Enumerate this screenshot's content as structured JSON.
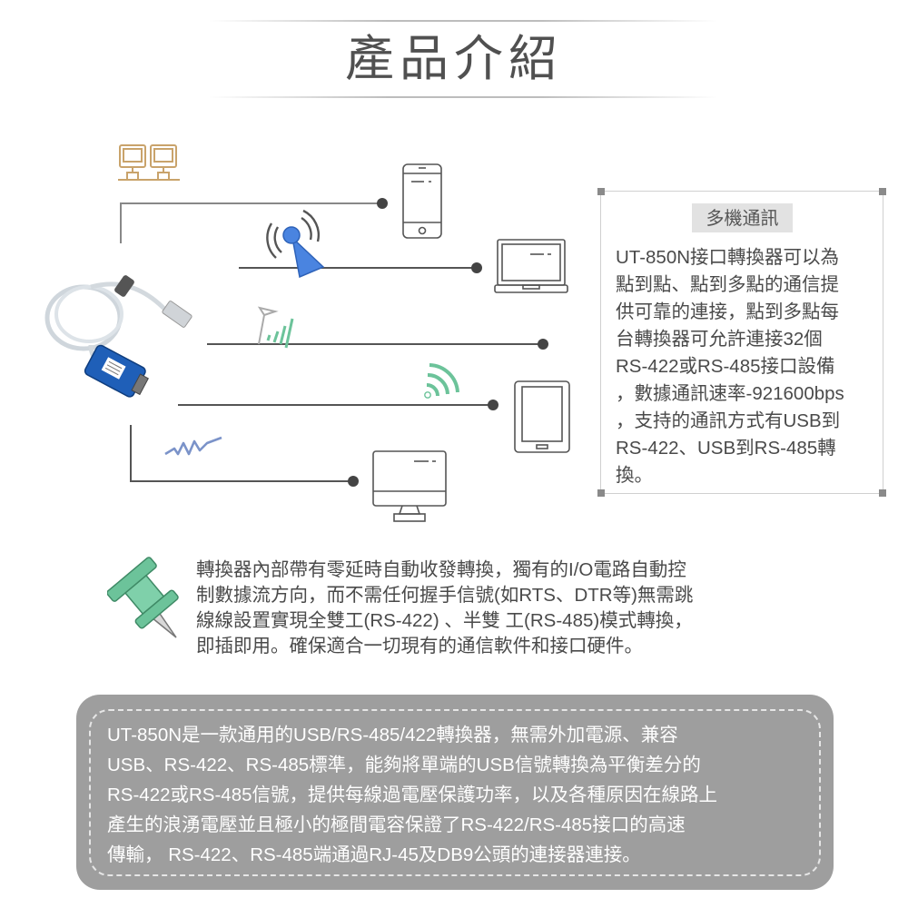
{
  "header": {
    "title": "產品介紹"
  },
  "diagram": {
    "center_device": "usb-to-rs485-rs422-converter-cable",
    "endpoints": [
      {
        "name": "network-computers-icon",
        "color": "#c9a36b"
      },
      {
        "name": "smartphone-icon",
        "color": "#555555"
      },
      {
        "name": "laptop-icon",
        "color": "#555555"
      },
      {
        "name": "tablet-icon",
        "color": "#555555"
      },
      {
        "name": "desktop-monitor-icon",
        "color": "#555555"
      }
    ],
    "signals": [
      {
        "name": "broadcast-tower-icon",
        "color": "#4a84e0"
      },
      {
        "name": "antenna-signal-bars-icon",
        "color": "#6cc39a"
      },
      {
        "name": "wifi-arcs-icon",
        "color": "#6cc39a"
      },
      {
        "name": "zigzag-wave-icon",
        "color": "#7b93c9"
      }
    ]
  },
  "info_box": {
    "tag": "多機通訊",
    "lines": [
      "UT-850N接口轉換器可以為",
      "點到點、點到多點的通信提",
      "供可靠的連接，點到多點每",
      "台轉換器可允許連接32個",
      "RS-422或RS-485接口設備",
      "，數據通訊速率-921600bps",
      "，支持的通訊方式有USB到",
      "RS-422、USB到RS-485轉",
      "換。"
    ]
  },
  "pin_section": {
    "icon": "pushpin-icon",
    "pin_color": "#6cc39a",
    "lines": [
      "轉換器內部帶有零延時自動收發轉換，獨有的I/O電路自動控",
      "制數據流方向，而不需任何握手信號(如RTS、DTR等)無需跳",
      "線線設置實現全雙工(RS-422) 、半雙 工(RS-485)模式轉換，",
      "即插即用。確保適合一切現有的通信軟件和接口硬件。"
    ]
  },
  "bottom_panel": {
    "bg_color": "#9e9e9e",
    "lines": [
      "UT-850N是一款通用的USB/RS-485/422轉換器，無需外加電源、兼容",
      "USB、RS-422、RS-485標準，能夠將單端的USB信號轉換為平衡差分的",
      "RS-422或RS-485信號，提供每線過電壓保護功率，以及各種原因在線路上",
      "產生的浪湧電壓並且極小的極間電容保證了RS-422/RS-485接口的高速",
      "傳輸， RS-422、RS-485端通過RJ-45及DB9公頭的連接器連接。"
    ]
  }
}
